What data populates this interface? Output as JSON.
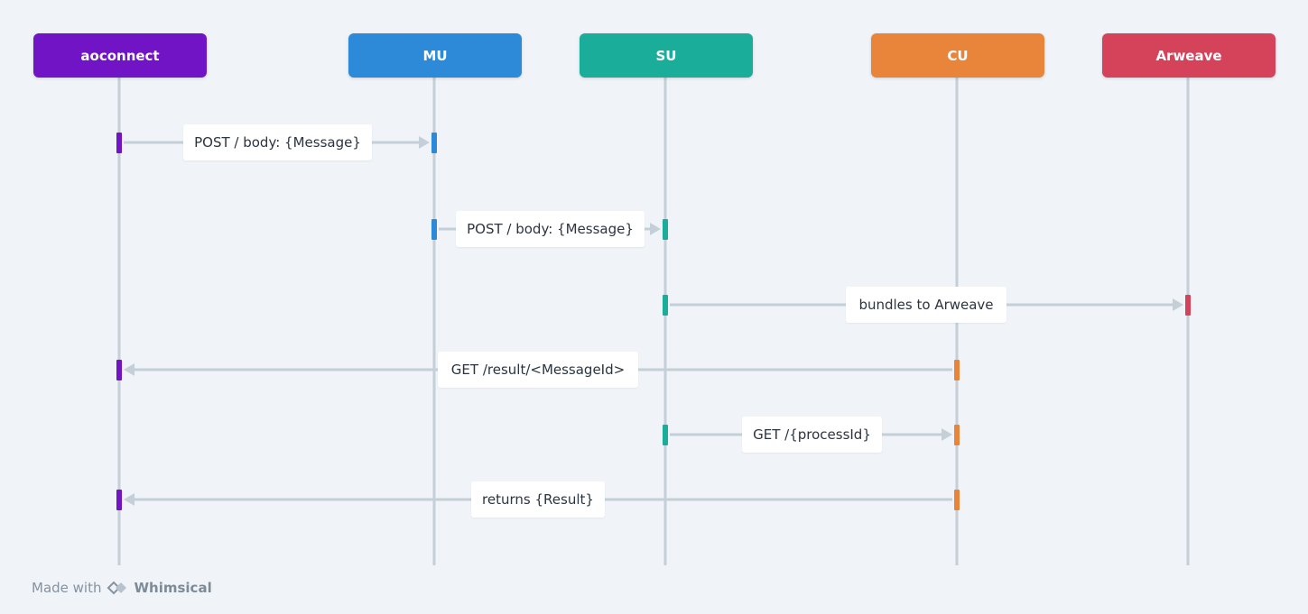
{
  "actors": [
    {
      "id": "aoconnect",
      "label": "aoconnect",
      "color": "#7014c6"
    },
    {
      "id": "mu",
      "label": "MU",
      "color": "#2d8ad8"
    },
    {
      "id": "su",
      "label": "SU",
      "color": "#1aad9a"
    },
    {
      "id": "cu",
      "label": "CU",
      "color": "#e8853a"
    },
    {
      "id": "arweave",
      "label": "Arweave",
      "color": "#d5435b"
    }
  ],
  "messages": [
    {
      "from": "aoconnect",
      "to": "mu",
      "label": "POST / body: {Message}"
    },
    {
      "from": "mu",
      "to": "su",
      "label": "POST / body: {Message}"
    },
    {
      "from": "su",
      "to": "arweave",
      "label": "bundles to Arweave"
    },
    {
      "from": "cu",
      "to": "aoconnect",
      "label": "GET /result/<MessageId>"
    },
    {
      "from": "su",
      "to": "cu",
      "label": "GET /{processId}"
    },
    {
      "from": "cu",
      "to": "aoconnect",
      "label": "returns {Result}"
    }
  ],
  "footer": {
    "prefix": "Made with",
    "brand": "Whimsical",
    "logo_icon": "whimsical-logo-icon"
  },
  "colors": {
    "background": "#f0f4f8",
    "lifeline": "#c5cfd8",
    "arrow": "#c5cfd8",
    "label_text": "#2b3440"
  }
}
